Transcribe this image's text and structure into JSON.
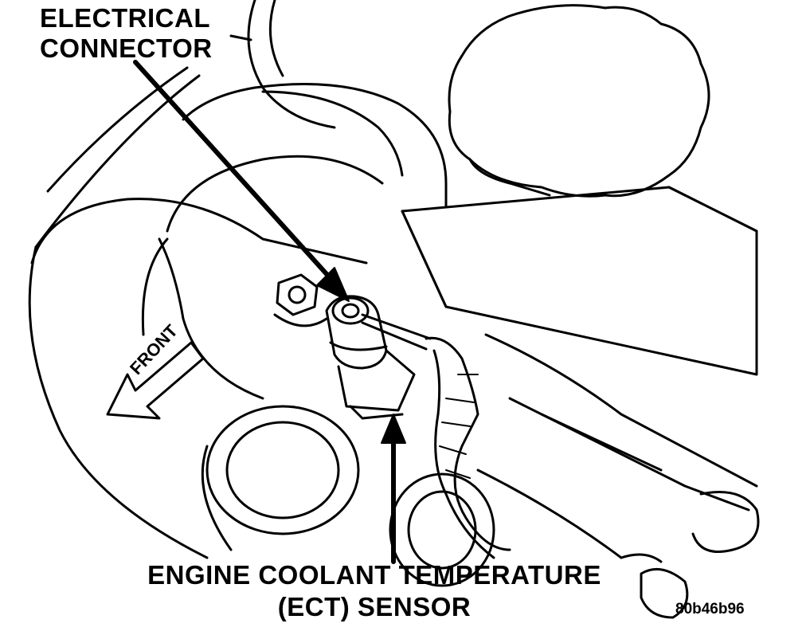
{
  "callouts": {
    "connector_line1": "ELECTRICAL",
    "connector_line2": "CONNECTOR",
    "sensor_line1": "ENGINE COOLANT TEMPERATURE",
    "sensor_line2": "(ECT) SENSOR"
  },
  "direction_label": "FRONT",
  "figure_ref": "80b46b96",
  "colors": {
    "ink": "#000000",
    "paper": "#ffffff"
  }
}
